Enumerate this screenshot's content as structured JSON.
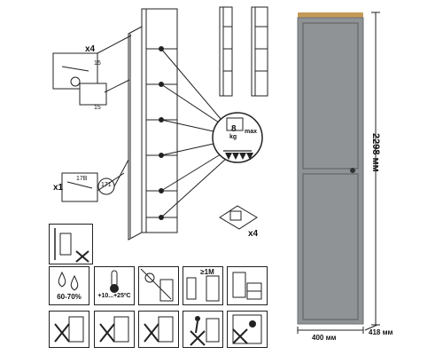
{
  "hardware": {
    "hinge_qty": "x4",
    "handle_qty": "x1",
    "foot_qty": "x4",
    "screw_code_1": "15",
    "screw_code_2": "15",
    "screw_code_3": "17B",
    "screw_code_4": "171"
  },
  "shelf_load": {
    "weight": "8",
    "unit": "kg",
    "label": "max"
  },
  "dimensions": {
    "height": "2298 мм",
    "width": "400 мм",
    "depth": "418 мм"
  },
  "conditions": {
    "humidity": "60-70%",
    "temperature": "+10...+25ºC",
    "distance": "≥1M"
  },
  "colors": {
    "cabinet_body": "#8f9396",
    "cabinet_top": "#c59a57",
    "line": "#222222"
  },
  "icons": [
    "drill-icon",
    "screwdriver-icon",
    "hinge-icon",
    "handle-icon",
    "weight-icon",
    "foot-icon",
    "humidity-icon",
    "thermometer-icon",
    "sun-icon",
    "heater-icon",
    "cabinet-icon",
    "no-wet-cloth-icon",
    "no-chemicals-icon",
    "no-heat-icon",
    "no-climb-icon",
    "no-overload-icon"
  ]
}
